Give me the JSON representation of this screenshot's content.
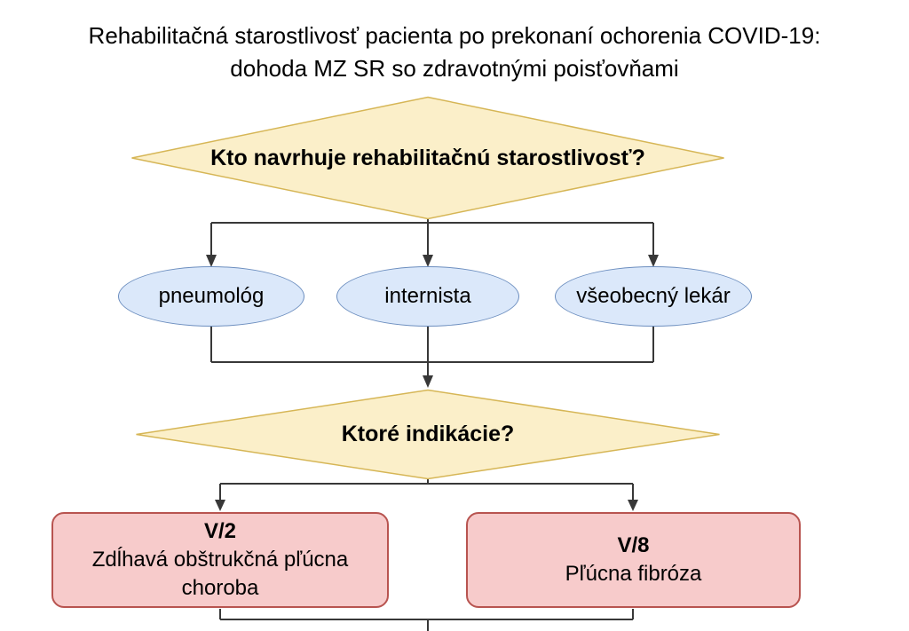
{
  "title": {
    "line1": "Rehabilitačná starostlivosť pacienta po prekonaní ochorenia COVID-19:",
    "line2": "dohoda MZ SR so zdravotnými poisťovňami"
  },
  "flowchart": {
    "question1": "Kto navrhuje rehabilitačnú starostlivosť?",
    "providers": [
      {
        "label": "pneumológ"
      },
      {
        "label": "internista"
      },
      {
        "label": "všeobecný lekár"
      }
    ],
    "question2": "Ktoré indikácie?",
    "indications": [
      {
        "code": "V/2",
        "label": "Zdĺhavá obštrukčná pľúcna choroba"
      },
      {
        "code": "V/8",
        "label": "Pľúcna fibróza"
      }
    ]
  },
  "colors": {
    "background": "#FFFFFF",
    "question_fill": "#FBEFC9",
    "question_stroke": "#D6B656",
    "provider_fill": "#DBE8FA",
    "provider_stroke": "#6C8EBF",
    "indication_fill": "#F7CBCB",
    "indication_stroke": "#B85450",
    "connector": "#383838",
    "text": "#000000"
  }
}
